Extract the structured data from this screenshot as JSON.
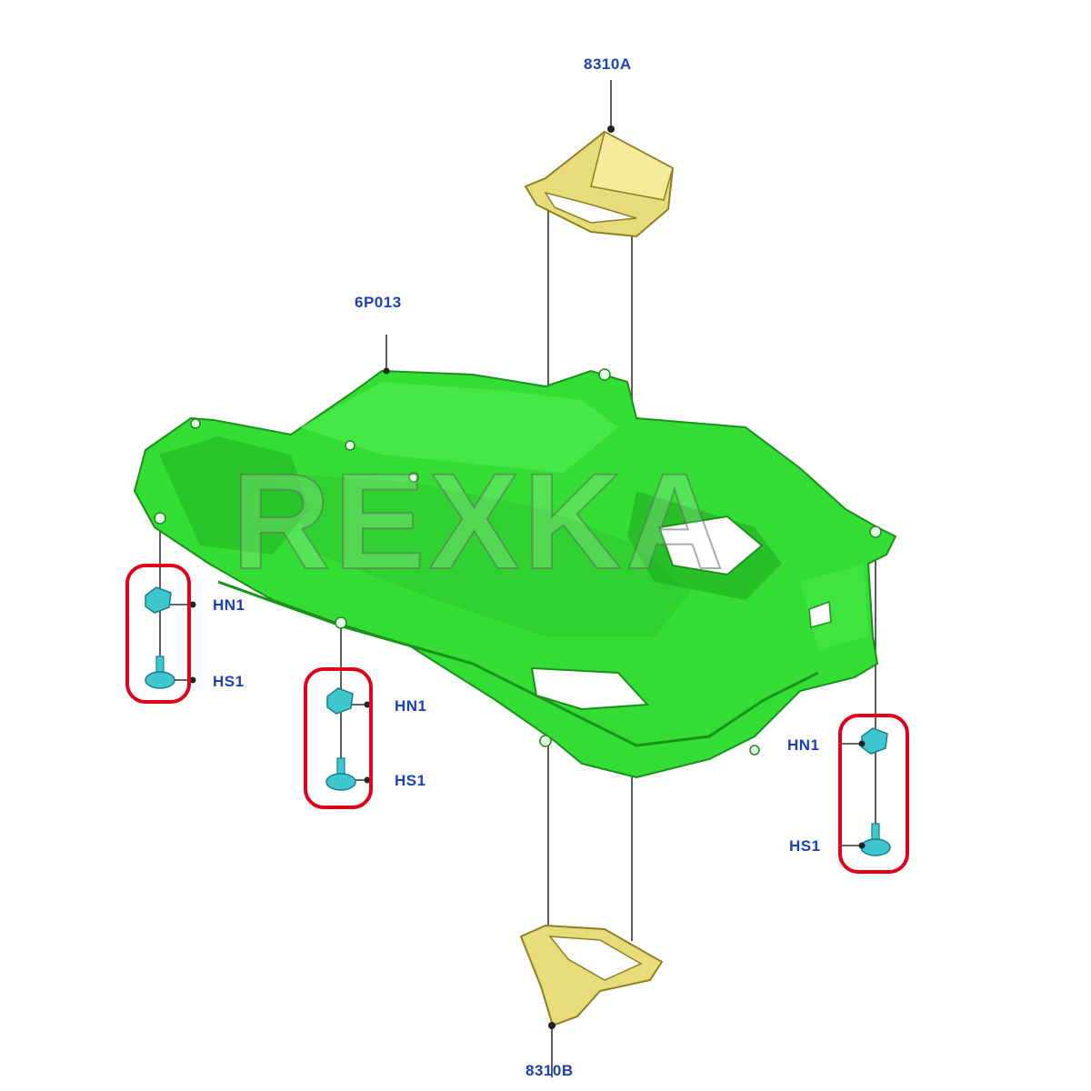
{
  "labels": {
    "bracket_top": "8310A",
    "bracket_bottom": "8310B",
    "shield": "6P013",
    "left_nut": "HN1",
    "left_stud": "HS1",
    "mid_nut": "HN1",
    "mid_stud": "HS1",
    "right_nut": "HN1",
    "right_stud": "HS1"
  },
  "watermark": "REXKA",
  "colors": {
    "shield_green": "#33dd33",
    "bracket_yellow": "#e8dc7a",
    "fastener_cyan": "#3fc6cf",
    "highlight_red": "#e0001a",
    "label_blue": "#1a3fbf"
  }
}
